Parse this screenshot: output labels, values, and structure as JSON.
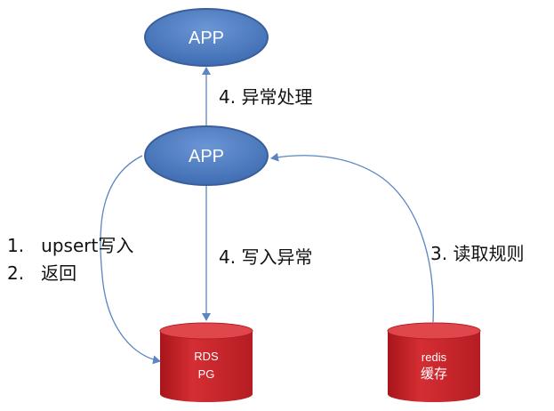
{
  "nodes": {
    "app_top": {
      "label": "APP"
    },
    "app_mid": {
      "label": "APP"
    },
    "rds": {
      "line1": "RDS",
      "line2": "PG"
    },
    "redis": {
      "line1": "redis",
      "line2": "缓存"
    }
  },
  "edges": {
    "exception_handling": "4.  异常处理",
    "write_exception": "4.  写入异常",
    "read_rules": "3.  读取规则",
    "upsert": "1.   upsert写入",
    "return": "2.   返回"
  },
  "colors": {
    "ellipse_fill": "#4a78bc",
    "ellipse_stroke": "#3a5f99",
    "cylinder_fill": "#c8242a",
    "cylinder_top": "#e14a4f",
    "arrow": "#5b86c2"
  }
}
